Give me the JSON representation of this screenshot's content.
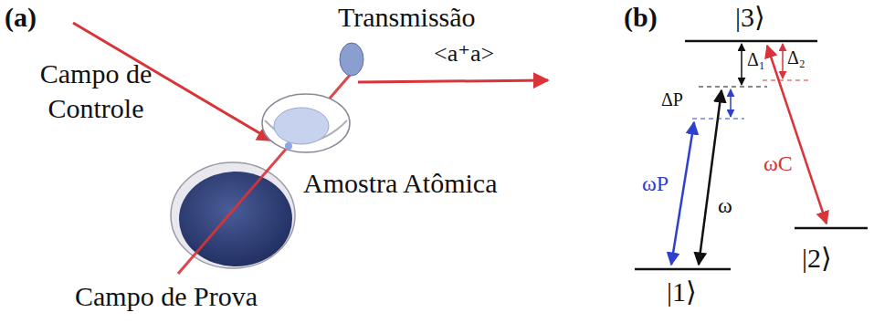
{
  "diagram": {
    "labels": [
      "(a)",
      "Campo de Controle",
      "Transmissão",
      "<a⁺a>",
      "Amostra Atômica",
      "Campo de Prova",
      "(b)",
      "|3⟩",
      "Δ₁",
      "Δ₂",
      "ΔP",
      "ωP",
      "ω",
      "ωC",
      "|1⟩",
      "|2⟩"
    ]
  }
}
